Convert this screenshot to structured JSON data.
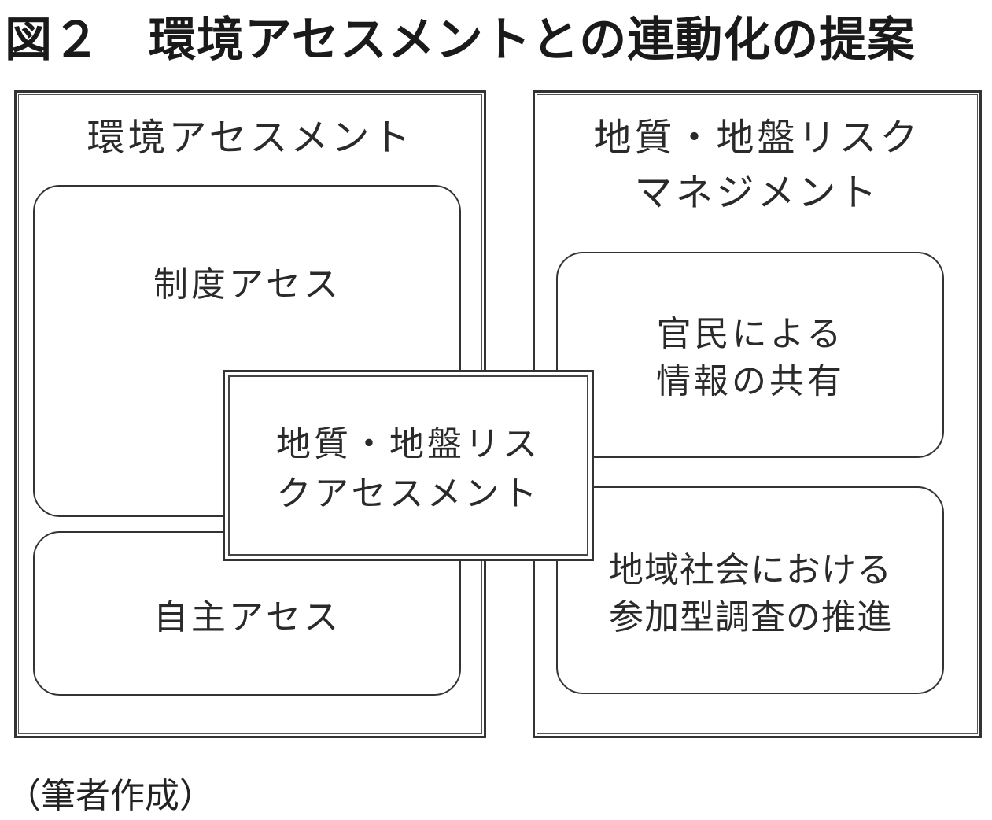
{
  "title": "図２　環境アセスメントとの連動化の提案",
  "left_panel": {
    "heading": "環境アセスメント",
    "boxes": [
      {
        "label": "制度アセス"
      },
      {
        "label": "自主アセス"
      }
    ]
  },
  "right_panel": {
    "heading_line1": "地質・地盤リスク",
    "heading_line2": "マネジメント",
    "boxes": [
      {
        "line1": "官民による",
        "line2": "情報の共有"
      },
      {
        "line1": "地域社会における",
        "line2": "参加型調査の推進"
      }
    ]
  },
  "center_box": {
    "line1": "地質・地盤リス",
    "line2": "クアセスメント"
  },
  "footer": "（筆者作成）"
}
